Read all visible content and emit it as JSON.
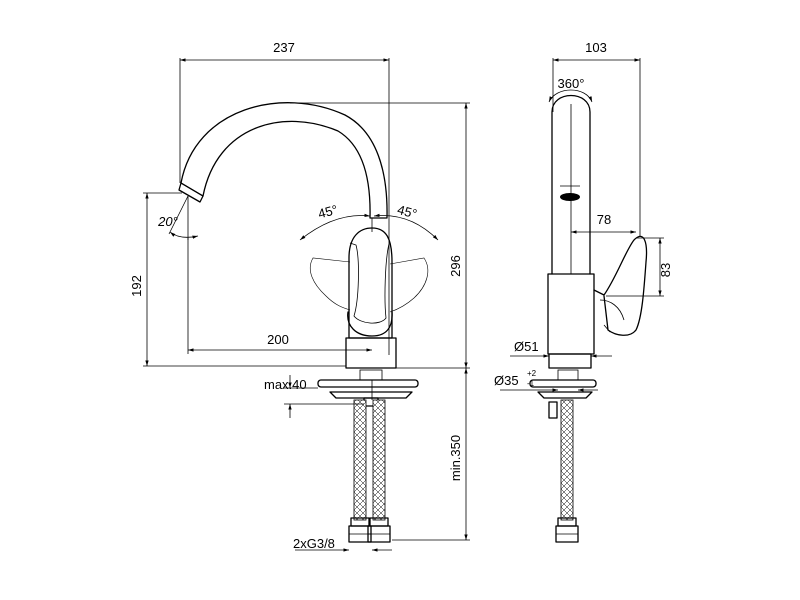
{
  "dimensions": {
    "front_total_width": "237",
    "front_angle_left": "45°",
    "front_angle_right": "45°",
    "front_spout_angle": "20°",
    "front_spout_height": "192",
    "front_total_height": "296",
    "front_spout_reach": "200",
    "front_max_thickness": "max.40",
    "front_min_hose": "min.350",
    "front_hose_connection": "2xG3/8",
    "side_total_depth": "103",
    "side_rotation": "360°",
    "side_lever_depth": "78",
    "side_lever_height": "83",
    "side_base_diameter": "Ø51",
    "side_hole_diameter": "Ø35",
    "side_hole_tol_plus": "+2",
    "side_hole_tol_minus": "-1"
  },
  "colors": {
    "line": "#000000",
    "background": "#ffffff"
  }
}
